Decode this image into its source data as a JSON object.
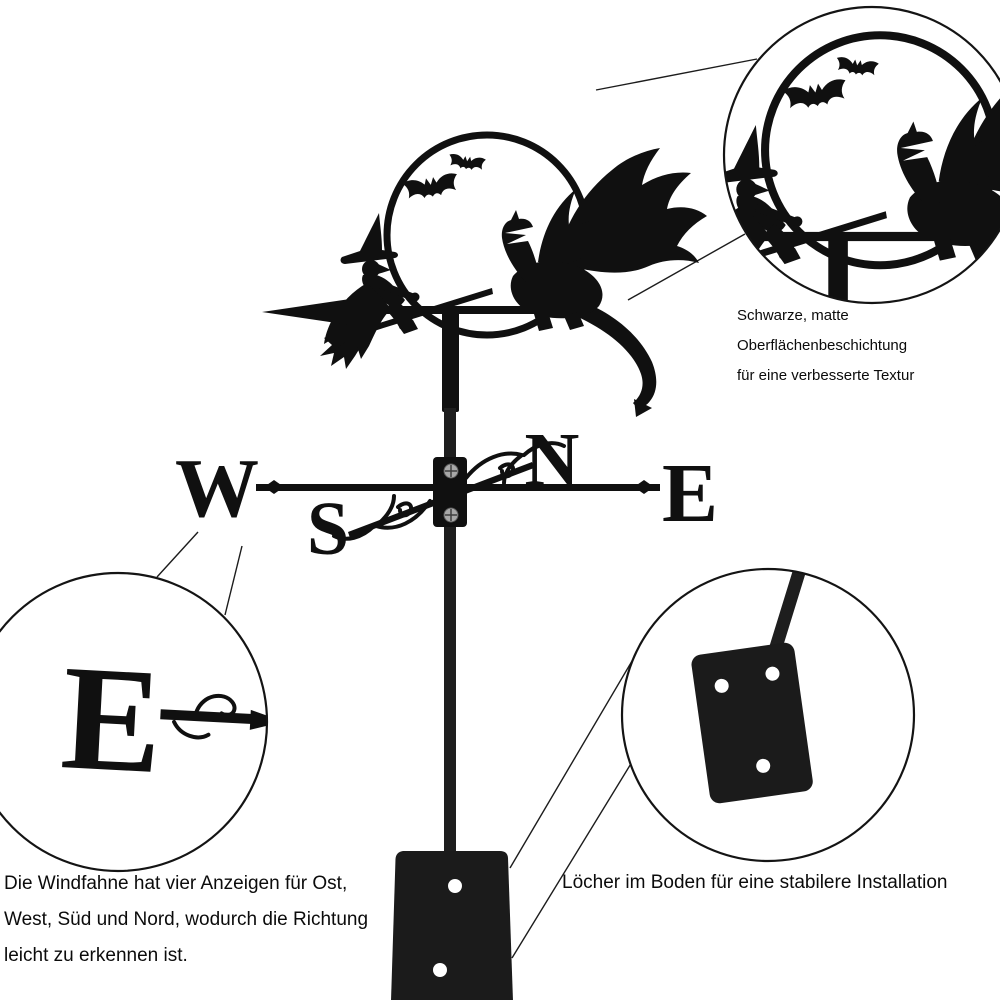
{
  "captions": {
    "coating": {
      "line1": "Schwarze, matte Oberflächenbeschichtung",
      "line2": "für eine verbesserte Textur"
    },
    "directions": {
      "line1": "Die Windfahne hat vier Anzeigen für Ost,",
      "line2": "West, Süd und Nord, wodurch die Richtung",
      "line3": "leicht zu erkennen ist."
    },
    "installation": {
      "line1": "Löcher im Boden für eine stabilere Installation"
    }
  },
  "vane": {
    "letters": {
      "west": "W",
      "east": "E",
      "north": "N",
      "south": "S"
    }
  },
  "colors": {
    "silhouette": "#101010",
    "background": "#ffffff",
    "plate": "#1b1b1b",
    "hole": "#ffffff",
    "screw": "#a8a8a8",
    "detail_circle_border": "#141414"
  }
}
